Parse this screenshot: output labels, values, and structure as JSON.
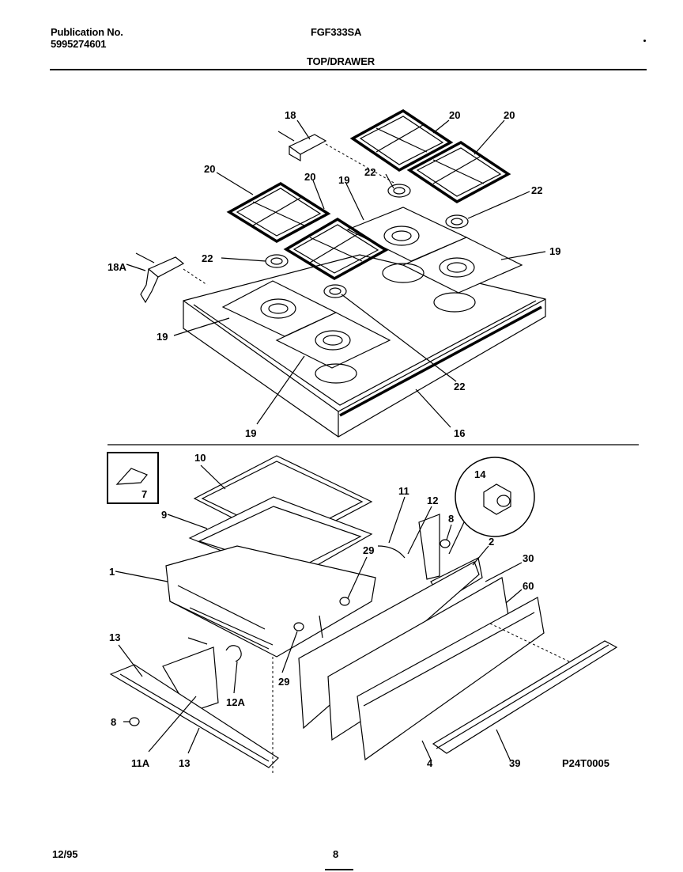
{
  "header": {
    "publication_label": "Publication No.",
    "publication_number": "5995274601",
    "model": "FGF333SA",
    "section": "TOP/DRAWER"
  },
  "footer": {
    "date": "12/95",
    "page": "8"
  },
  "diagram_code": "P24T0005",
  "part_labels": {
    "p18": "18",
    "p20a": "20",
    "p20b": "20",
    "p20c": "20",
    "p20d": "20",
    "p22a": "22",
    "p22b": "22",
    "p22c": "22",
    "p22d": "22",
    "p19a": "19",
    "p19b": "19",
    "p19c": "19",
    "p19d": "19",
    "p18a": "18A",
    "p16": "16",
    "p10": "10",
    "p7": "7",
    "p9": "9",
    "p1": "1",
    "p11": "11",
    "p12": "12",
    "p8a": "8",
    "p14": "14",
    "p2": "2",
    "p29a": "29",
    "p29b": "29",
    "p30": "30",
    "p60": "60",
    "p13a": "13",
    "p13b": "13",
    "p12a": "12A",
    "p8b": "8",
    "p11a": "11A",
    "p4": "4",
    "p39": "39"
  }
}
